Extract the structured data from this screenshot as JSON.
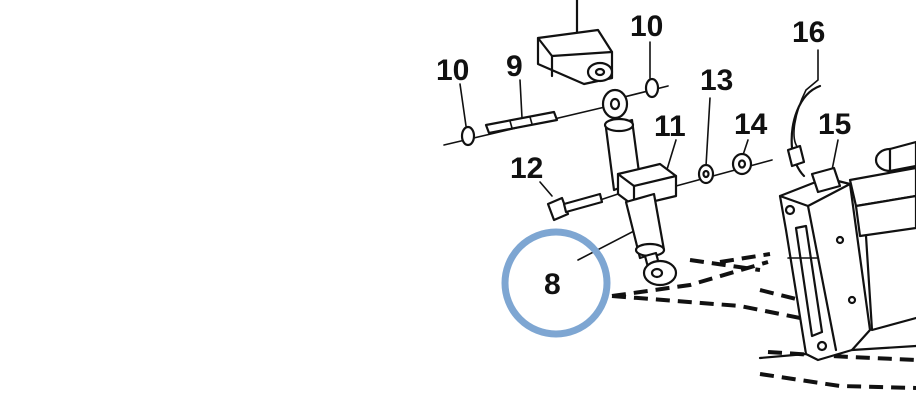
{
  "callouts": {
    "c8": "8",
    "c9": "9",
    "c10a": "10",
    "c10b": "10",
    "c11": "11",
    "c12": "12",
    "c13": "13",
    "c14": "14",
    "c15": "15",
    "c16": "16"
  },
  "highlight_color": "#7EA6D2",
  "line_color": "#111111"
}
